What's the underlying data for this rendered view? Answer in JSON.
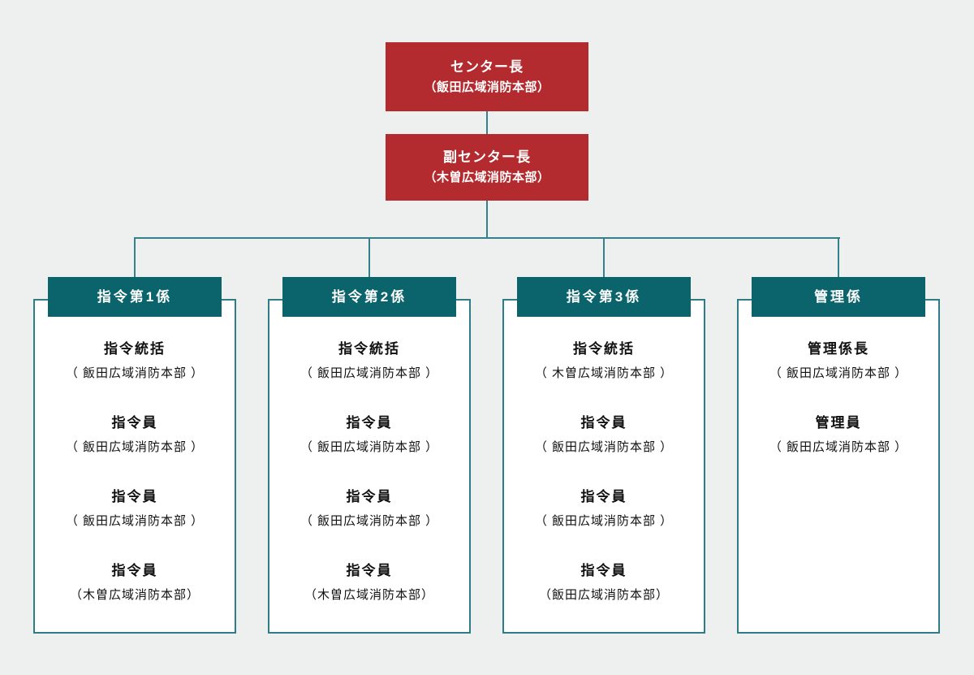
{
  "colors": {
    "background": "#eef0ef",
    "node_red": "#b32b2e",
    "header_teal": "#0b646b",
    "line_teal": "#35808a",
    "box_border_teal": "#2e7d86",
    "box_background": "#ffffff",
    "text_dark": "#111111",
    "text_light": "#ffffff"
  },
  "top_nodes": [
    {
      "title": "センター長",
      "subtitle": "（飯田広域消防本部）"
    },
    {
      "title": "副センター長",
      "subtitle": "（木曽広域消防本部）"
    }
  ],
  "sections": [
    {
      "header": "指令第1係",
      "members": [
        {
          "role": "指令統括",
          "org": "（ 飯田広域消防本部 ）"
        },
        {
          "role": "指令員",
          "org": "（ 飯田広域消防本部 ）"
        },
        {
          "role": "指令員",
          "org": "（ 飯田広域消防本部 ）"
        },
        {
          "role": "指令員",
          "org": "（木曽広域消防本部）"
        }
      ]
    },
    {
      "header": "指令第2係",
      "members": [
        {
          "role": "指令統括",
          "org": "（ 飯田広域消防本部 ）"
        },
        {
          "role": "指令員",
          "org": "（ 飯田広域消防本部 ）"
        },
        {
          "role": "指令員",
          "org": "（ 飯田広域消防本部 ）"
        },
        {
          "role": "指令員",
          "org": "（木曽広域消防本部）"
        }
      ]
    },
    {
      "header": "指令第3係",
      "members": [
        {
          "role": "指令統括",
          "org": "（ 木曽広域消防本部 ）"
        },
        {
          "role": "指令員",
          "org": "（ 飯田広域消防本部 ）"
        },
        {
          "role": "指令員",
          "org": "（ 飯田広域消防本部 ）"
        },
        {
          "role": "指令員",
          "org": "（飯田広域消防本部）"
        }
      ]
    },
    {
      "header": "管理係",
      "members": [
        {
          "role": "管理係長",
          "org": "（ 飯田広域消防本部 ）"
        },
        {
          "role": "管理員",
          "org": "（ 飯田広域消防本部 ）"
        }
      ]
    }
  ]
}
